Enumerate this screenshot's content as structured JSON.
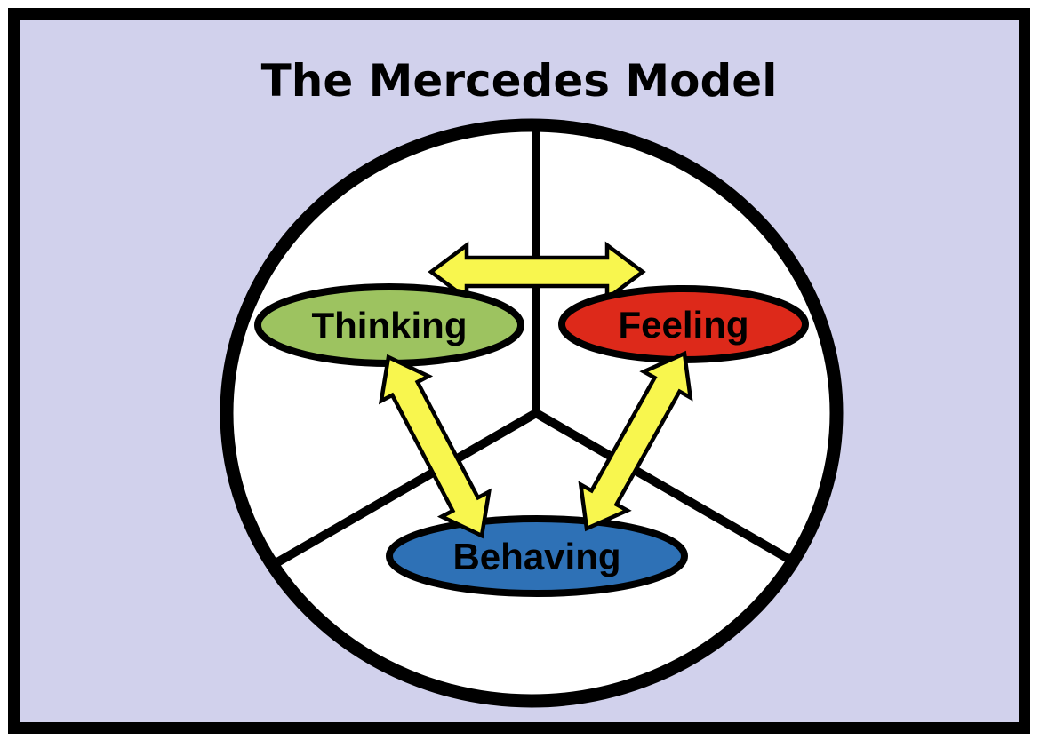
{
  "title": "The Mercedes Model",
  "colors": {
    "background": "#D1D1EC",
    "frame": "#000000",
    "circle_fill": "#FFFFFF",
    "outline": "#000000",
    "arrow_fill": "#F8F64E",
    "text": "#000000"
  },
  "diagram": {
    "type": "venn-cycle",
    "nodes": [
      {
        "id": "thinking",
        "label": "Thinking",
        "color": "#9DC360"
      },
      {
        "id": "feeling",
        "label": "Feeling",
        "color": "#DD291A"
      },
      {
        "id": "behaving",
        "label": "Behaving",
        "color": "#2E71B6"
      }
    ],
    "connections": [
      {
        "from": "thinking",
        "to": "feeling",
        "bidirectional": true
      },
      {
        "from": "thinking",
        "to": "behaving",
        "bidirectional": true
      },
      {
        "from": "feeling",
        "to": "behaving",
        "bidirectional": true
      }
    ]
  }
}
